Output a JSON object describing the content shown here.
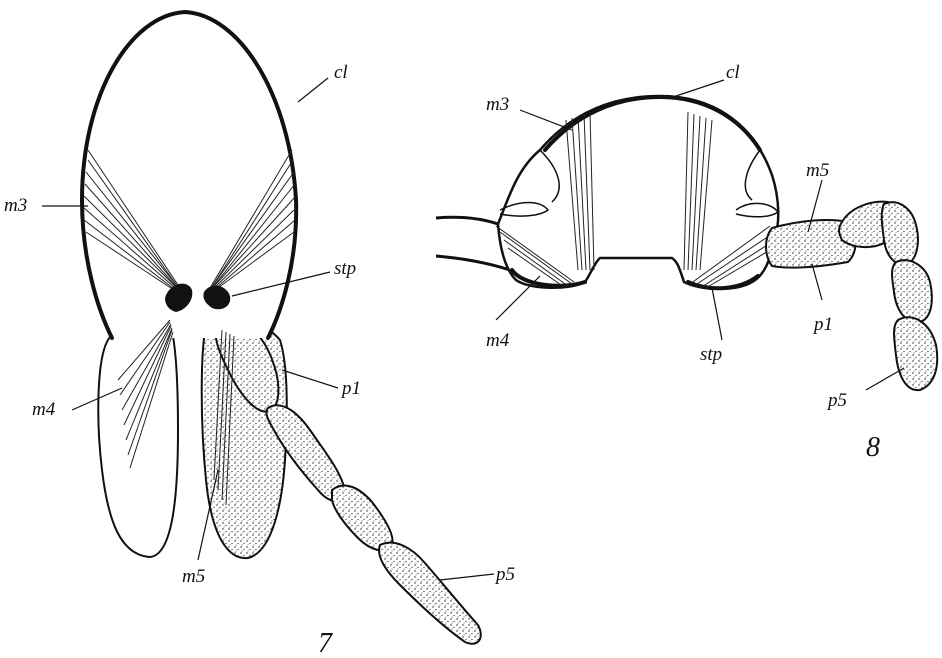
{
  "figure_7": {
    "number": "7",
    "labels": {
      "cl": "cl",
      "m3": "m3",
      "stp": "stp",
      "m4": "m4",
      "p1": "p1",
      "m5": "m5",
      "p5": "p5"
    }
  },
  "figure_8": {
    "number": "8",
    "labels": {
      "cl": "cl",
      "m3": "m3",
      "m5": "m5",
      "m4": "m4",
      "stp": "stp",
      "p1": "p1",
      "p5": "p5"
    }
  },
  "colors": {
    "ink": "#111111",
    "background": "#ffffff"
  }
}
